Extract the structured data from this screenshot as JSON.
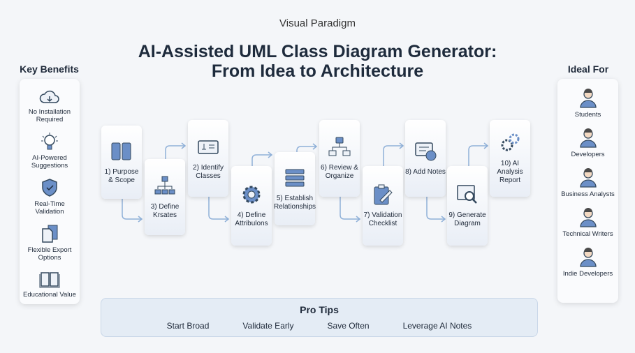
{
  "brand": "Visual Paradigm",
  "title_line1": "AI-Assisted UML Class Diagram Generator:",
  "title_line2": "From Idea to Architecture",
  "benefits": {
    "heading": "Key Benefits",
    "items": [
      {
        "label": "No Installation Required",
        "icon": "cloud-download-icon"
      },
      {
        "label": "AI-Powered Suggestions",
        "icon": "lightbulb-icon"
      },
      {
        "label": "Real-Time Validation",
        "icon": "shield-check-icon"
      },
      {
        "label": "Flexible Export Options",
        "icon": "documents-icon"
      },
      {
        "label": "Educational Value",
        "icon": "book-icon"
      }
    ]
  },
  "ideal": {
    "heading": "Ideal For",
    "items": [
      {
        "label": "Students"
      },
      {
        "label": "Developers"
      },
      {
        "label": "Business Analysts"
      },
      {
        "label": "Technical Writers"
      },
      {
        "label": "Indie Developers"
      }
    ]
  },
  "steps": [
    {
      "label": "1) Purpose & Scope",
      "icon": "columns-icon"
    },
    {
      "label": "2) Identify Classes",
      "icon": "class-card-icon"
    },
    {
      "label": "3) Define Krsates",
      "icon": "hierarchy-icon"
    },
    {
      "label": "4) Define Attribulons",
      "icon": "gear-icon"
    },
    {
      "label": "5) Establish Relationships",
      "icon": "stack-icon"
    },
    {
      "label": "6) Review & Organize",
      "icon": "org-chart-icon"
    },
    {
      "label": "7) Validation Checklist",
      "icon": "clipboard-pen-icon"
    },
    {
      "label": "8) Add Notes",
      "icon": "notes-icon"
    },
    {
      "label": "9) Generate Diagram",
      "icon": "search-window-icon"
    },
    {
      "label": "10) AI Analysis Report",
      "icon": "gears-icon"
    }
  ],
  "tips": {
    "heading": "Pro Tips",
    "items": [
      "Start Broad",
      "Validate Early",
      "Save Often",
      "Leverage AI Notes"
    ]
  }
}
